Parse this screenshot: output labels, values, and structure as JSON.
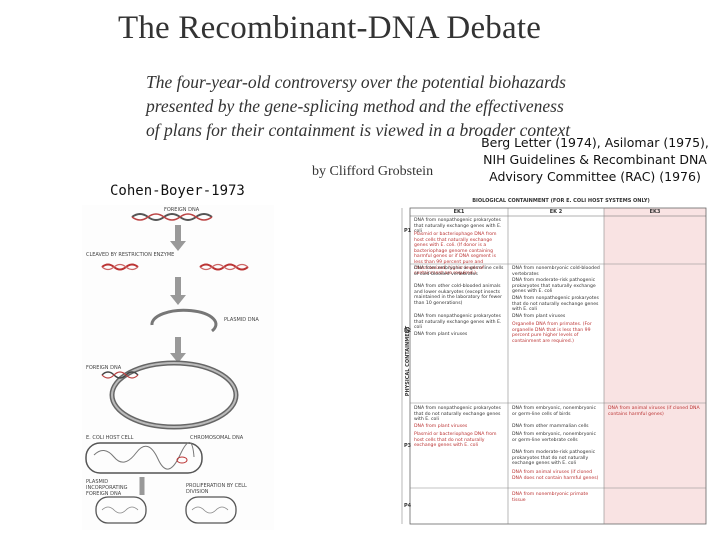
{
  "title": "The Recombinant-DNA Debate",
  "subtitle_lines": [
    "The four-year-old controversy over the potential biohazards",
    "presented by the gene-splicing method and the effectiveness",
    "of plans for their containment is viewed in a broader context"
  ],
  "byline": "by Clifford Grobstein",
  "label_cohen_boyer": "Cohen-Boyer-1973",
  "label_berg": "Berg Letter (1974), Asilomar (1975), NIH Guidelines & Recombinant DNA Advisory Committee (RAC) (1976)",
  "figure": {
    "foreign_dna": "FOREIGN DNA",
    "cleaved": "CLEAVED BY RESTRICTION ENZYME",
    "plasmid_dna": "PLASMID DNA",
    "foreign_dna_2": "FOREIGN DNA",
    "ecoli_cell": "E. COLI HOST CELL",
    "chromosomal_dna": "CHROMOSOMAL DNA",
    "plasmid_incorporating": "PLASMID INCORPORATING FOREIGN DNA",
    "proliferation": "PROLIFERATION BY CELL DIVISION"
  },
  "table": {
    "title": "BIOLOGICAL CONTAINMENT (FOR E. COLI HOST SYSTEMS ONLY)",
    "side_label": "PHYSICAL CONTAINMENT",
    "columns": [
      "EK1",
      "EK 2",
      "EK3"
    ],
    "row_labels": [
      "P1",
      "P2",
      "P3",
      "P4"
    ],
    "cells": [
      [
        "DNA from nonpathogenic prokaryotes that naturally exchange genes with E. coli",
        "Plasmid or bacteriophage DNA from host cells that naturally exchange genes with E. coli. (If donor is a bacteriophage genome containing harmful genes or if DNA segment is less than 99 percent pure and characterized, higher levels of containment are required.)"
      ],
      [
        "DNA from embryonic or germ-line cells of cold-blooded vertebrates",
        "DNA from other cold-blooded animals and lower eukaryotes (except insects maintained in the laboratory for fewer than 10 generations)",
        "DNA from nonpathogenic prokaryotes that naturally exchange genes with E. coli",
        "DNA from plant viruses"
      ],
      [
        "DNA from nonembryonic cold-blooded vertebrates",
        "DNA from moderate-risk pathogenic prokaryotes that naturally exchange genes with E. coli",
        "DNA from nonpathogenic prokaryotes that do not naturally exchange genes with E. coli",
        "DNA from plant viruses",
        "Organelle DNA from primates. (For organelle DNA that is less than 99 percent pure higher levels of containment are required.)"
      ],
      [
        "DNA from nonpathogenic prokaryotes that do not naturally exchange genes with E. coli",
        "DNA from plant viruses",
        "Plasmid or bacteriophage DNA from host cells that do not naturally exchange genes with E. coli",
        "DNA from embryonic, nonembryonic or germ-line cells of birds",
        "DNA from other mammalian cells",
        "DNA from embryonic, nonembryonic or germ-line vertebrate cells",
        "DNA from moderate-risk pathogenic prokaryotes that do not naturally exchange genes with E. coli",
        "DNA from animal viruses (if cloned DNA does not contain harmful genes)",
        "DNA from nonembryonic primate tissue",
        "DNA from animal viruses (if cloned DNA contains harmful genes)"
      ]
    ]
  }
}
